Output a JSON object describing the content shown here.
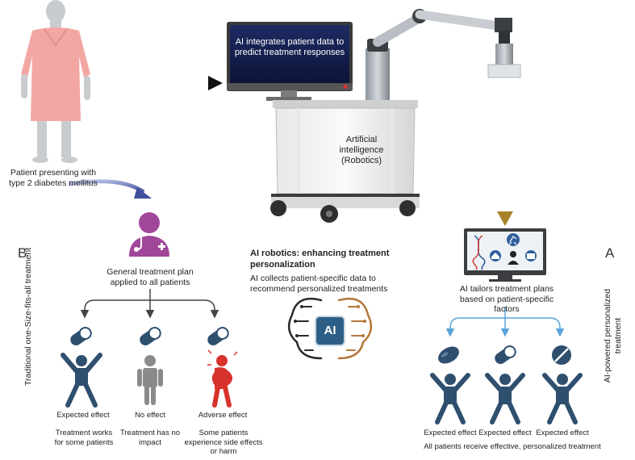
{
  "patient_label": "Patient presenting with type 2 diabetes mellitus",
  "screen_text": "AI integrates patient data to predict treatment responses",
  "cart_label": "Artificial intelligence (Robotics)",
  "panel_b": "B",
  "panel_a": "A",
  "left_vertical": "Traditional one-Size-fits-all treatment",
  "right_vertical": "AI-powered personalized treatment",
  "general_plan": "General treatment plan applied to all patients",
  "center_title": "AI robotics: enhancing treatment personalization",
  "center_desc": "AI collects patient-specific data to recommend personalized treatments",
  "ai_chip": "AI",
  "tailors": "AI tailors treatment plans based on patient-specific factors",
  "left_outcomes": [
    {
      "label": "Expected effect",
      "note": "Treatment works for some patients"
    },
    {
      "label": "No effect",
      "note": "Treatment has no impact"
    },
    {
      "label": "Adverse effect",
      "note": "Some patients experience side effects or harm"
    }
  ],
  "right_outcomes": [
    {
      "label": "Expected effect"
    },
    {
      "label": "Expected effect"
    },
    {
      "label": "Expected effect"
    }
  ],
  "right_summary": "All patients receive effective, personalized treatment",
  "colors": {
    "gown": "#f2a7a3",
    "doctor": "#a1479a",
    "person_blue": "#2f4f6f",
    "person_gray": "#8a8a8a",
    "person_red": "#d7322b",
    "arrow_blue": "#5aa5d8",
    "arrow_gold": "#a8832a",
    "arrow_indigo": "#3f4f9a",
    "brain_copper": "#b5763a"
  },
  "icons": [
    "patient-figure",
    "robot-arm",
    "monitor-icon",
    "doctor-icon",
    "pill-icon",
    "person-icon",
    "ai-brain-icon",
    "dna-icon",
    "house-icon",
    "treadmill-icon",
    "medkit-icon"
  ]
}
